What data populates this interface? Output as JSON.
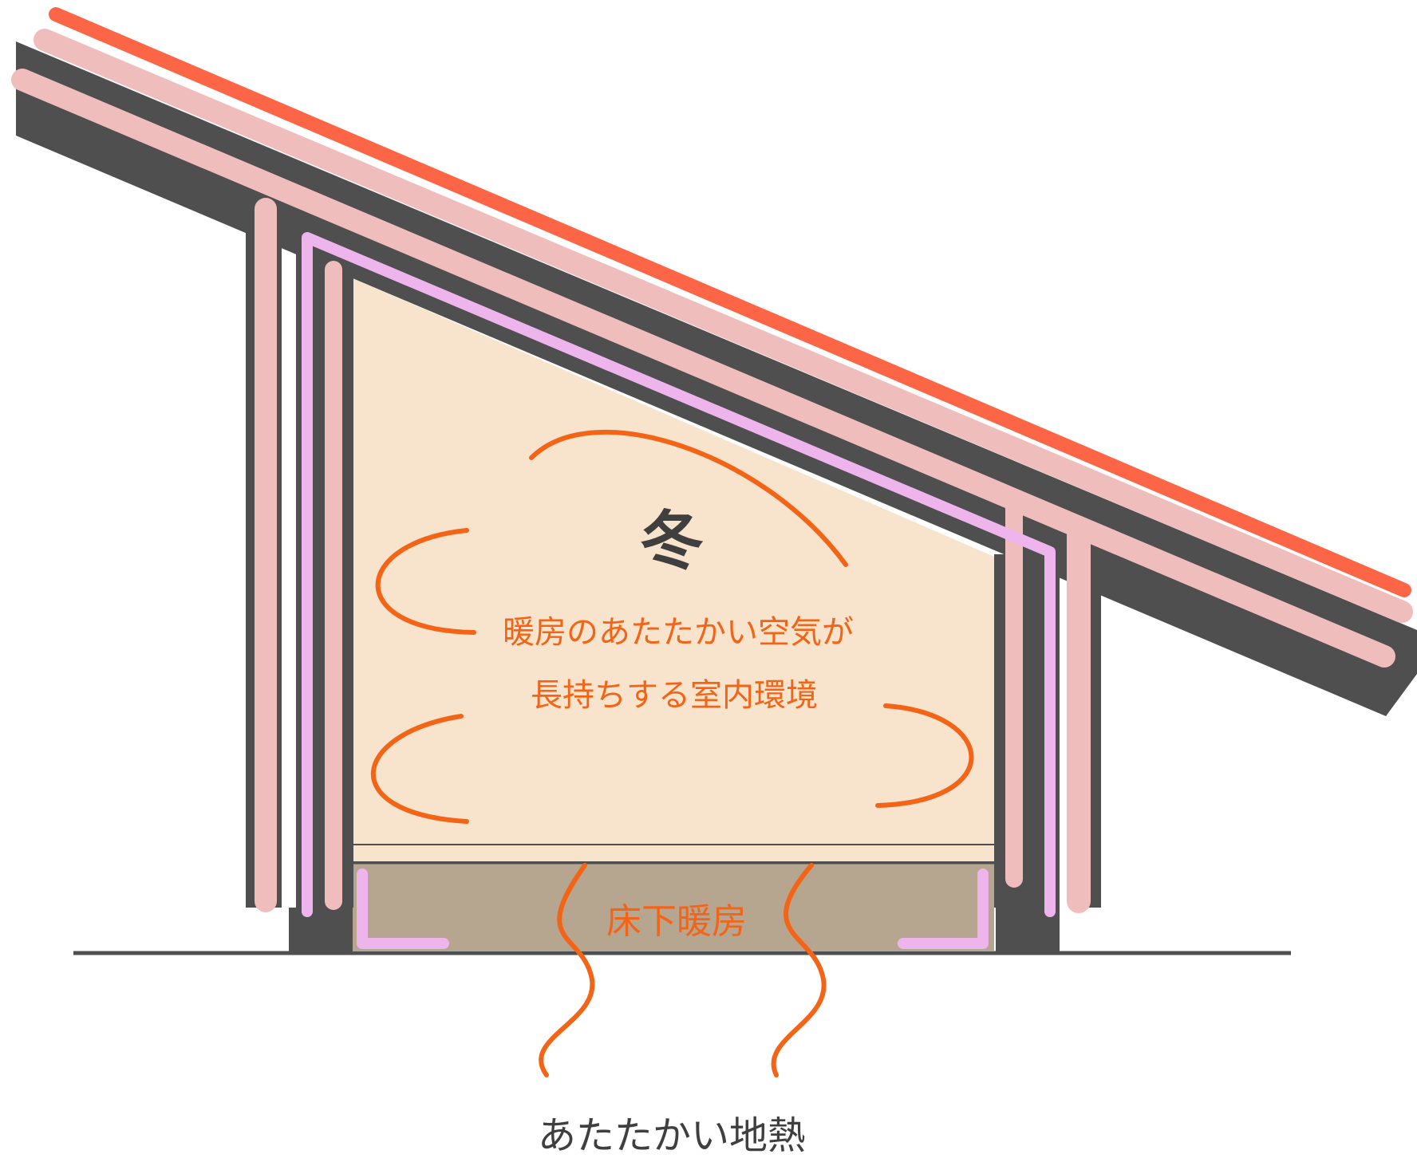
{
  "season_label": "冬",
  "room_text_line1": "暖房のあたたかい空気が",
  "room_text_line2": "長持ちする室内環境",
  "underfloor_label": "床下暖房",
  "ground_heat_label": "あたたかい地熱",
  "colors": {
    "structure": "#4f4f4f",
    "insulation": "#f0bdbd",
    "roof_finish": "#fc6546",
    "vapor_barrier": "#eeb4ec",
    "room_fill": "#f8e3cc",
    "crawlspace_fill": "#b6a58f",
    "arrow": "#f46417",
    "text_dark": "#3f3f3f",
    "text_orange": "#f46417"
  },
  "icons": [
    "warm-air-circulation-arrow",
    "ground-heat-arrow"
  ]
}
